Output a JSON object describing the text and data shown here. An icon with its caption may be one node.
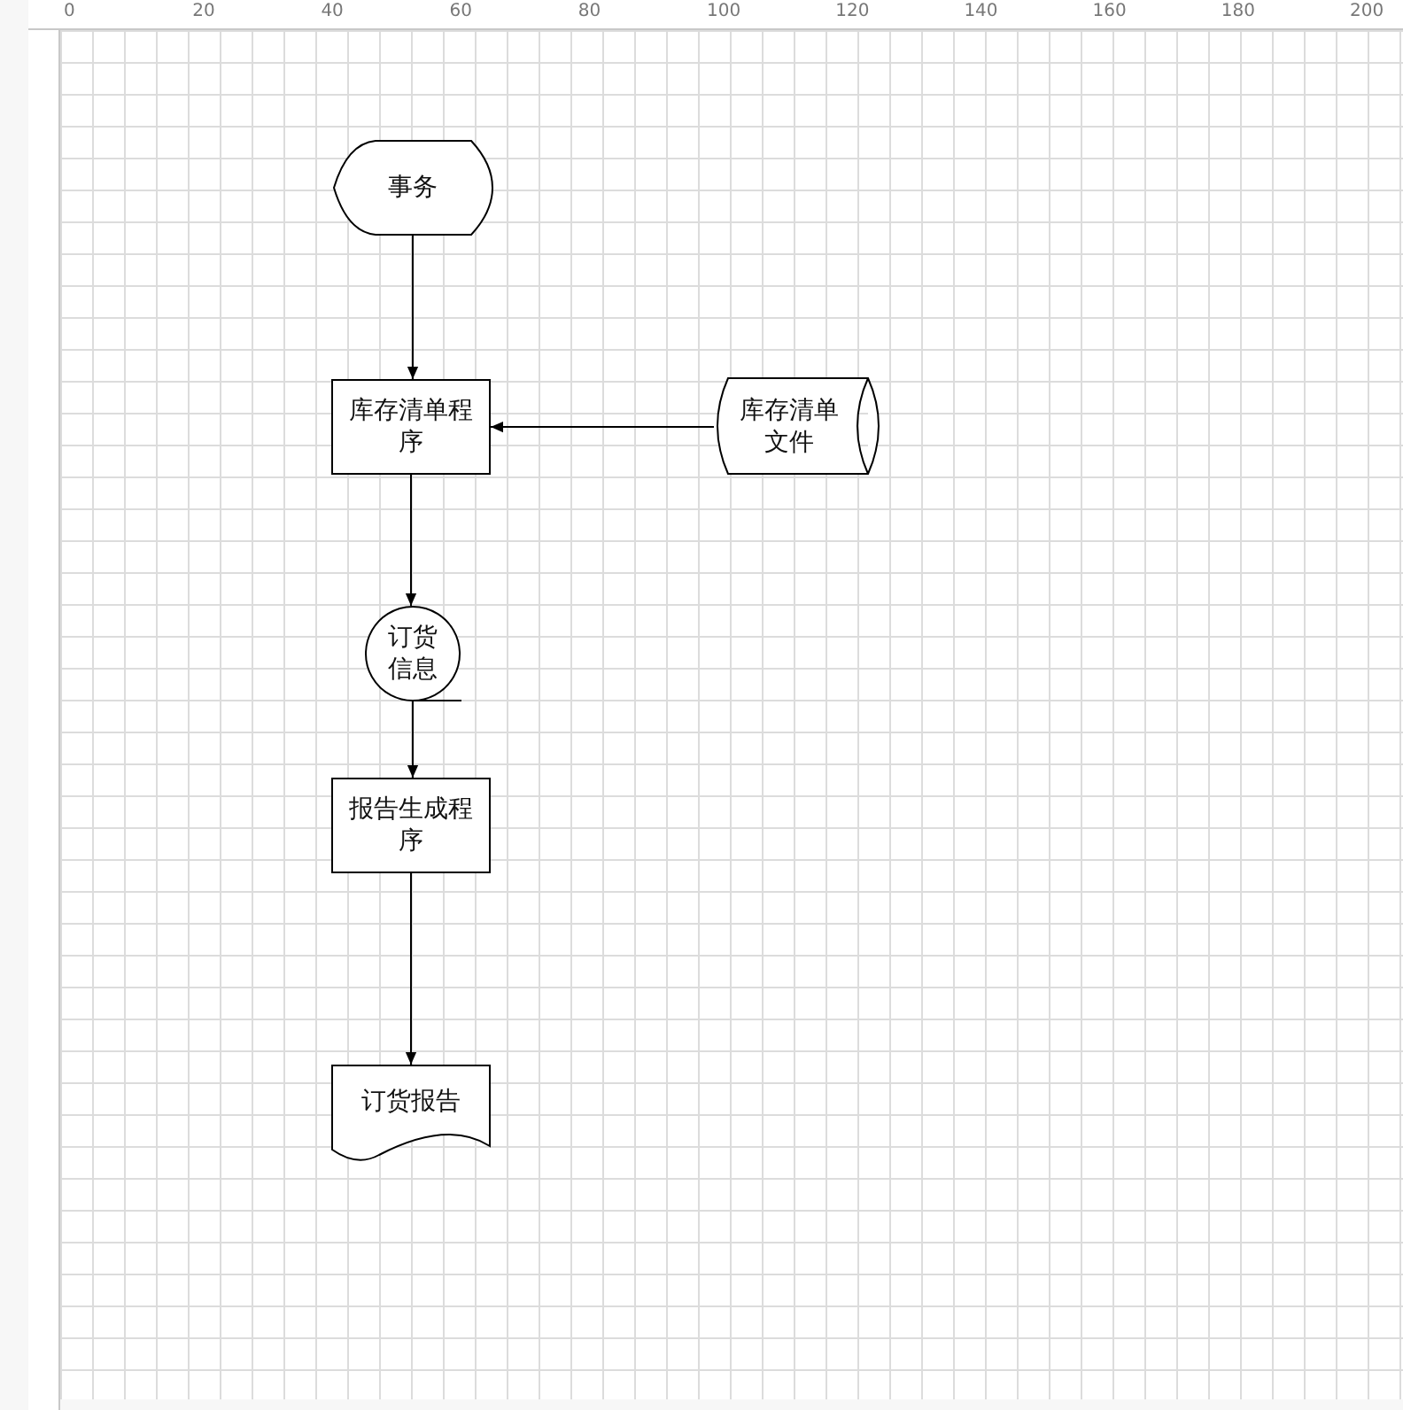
{
  "diagram": {
    "nodes": [
      {
        "text": [
          "事务"
        ]
      },
      {
        "text": [
          "库存清单程序"
        ]
      },
      {
        "text": [
          "库存清单文件"
        ]
      },
      {
        "text": [
          "订货信息"
        ]
      },
      {
        "text": [
          "报告生成程序"
        ]
      },
      {
        "text": [
          "订货报告"
        ]
      }
    ],
    "edges": [
      {
        "from": 0,
        "to": 1,
        "arrow": "to"
      },
      {
        "from": 2,
        "to": 1,
        "arrow": "to"
      },
      {
        "from": 1,
        "to": 3,
        "arrow": "to"
      },
      {
        "from": 3,
        "to": 4,
        "arrow": "to"
      },
      {
        "from": 4,
        "to": 5,
        "arrow": "to"
      }
    ],
    "labels": [
      "0",
      "20",
      "40",
      "60",
      "80",
      "100",
      "120",
      "140",
      "160",
      "180",
      "200"
    ]
  }
}
